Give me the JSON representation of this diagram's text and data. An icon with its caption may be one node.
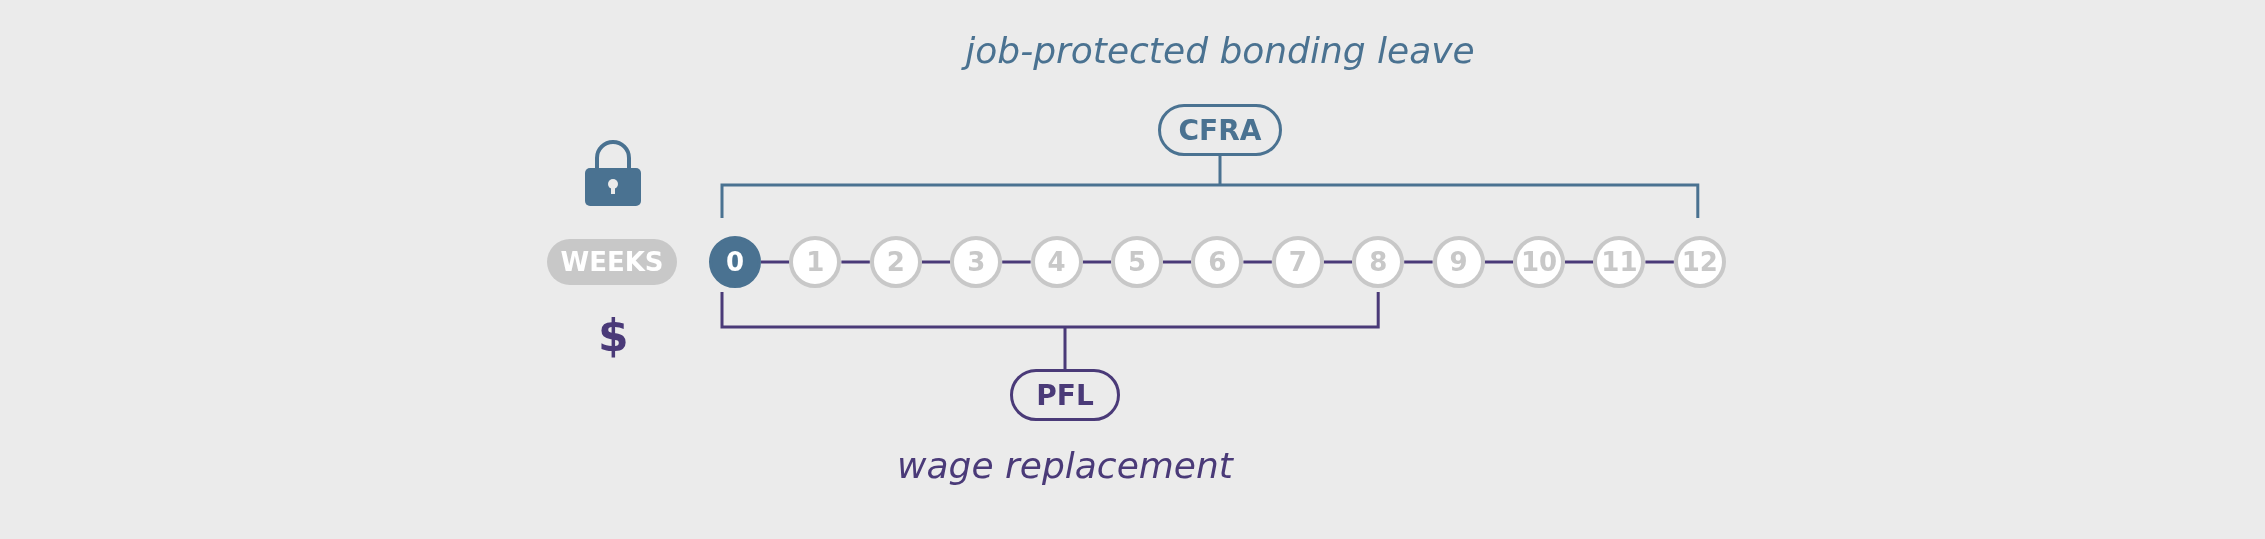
{
  "diagram": {
    "nodes": [
      {
        "text": [
          "CFRA"
        ],
        "beside": [
          "job-protected bonding leave"
        ]
      },
      {
        "text": [
          "PFL"
        ],
        "beside": [
          "wage replacement"
        ]
      },
      {
        "text": [
          "WEEKS"
        ]
      },
      {
        "text": [
          "0"
        ]
      },
      {
        "text": [
          "1"
        ]
      },
      {
        "text": [
          "2"
        ]
      },
      {
        "text": [
          "3"
        ]
      },
      {
        "text": [
          "4"
        ]
      },
      {
        "text": [
          "5"
        ]
      },
      {
        "text": [
          "6"
        ]
      },
      {
        "text": [
          "7"
        ]
      },
      {
        "text": [
          "8"
        ]
      },
      {
        "text": [
          "9"
        ]
      },
      {
        "text": [
          "10"
        ]
      },
      {
        "text": [
          "11"
        ]
      },
      {
        "text": [
          "12"
        ]
      }
    ],
    "edges": [
      {
        "from": 3,
        "to": 4,
        "arrow": "none"
      },
      {
        "from": 4,
        "to": 5,
        "arrow": "none"
      },
      {
        "from": 5,
        "to": 6,
        "arrow": "none"
      },
      {
        "from": 6,
        "to": 7,
        "arrow": "none"
      },
      {
        "from": 7,
        "to": 8,
        "arrow": "none"
      },
      {
        "from": 8,
        "to": 9,
        "arrow": "none"
      },
      {
        "from": 9,
        "to": 10,
        "arrow": "none"
      },
      {
        "from": 10,
        "to": 11,
        "arrow": "none"
      },
      {
        "from": 11,
        "to": 12,
        "arrow": "none"
      },
      {
        "from": 12,
        "to": 13,
        "arrow": "none"
      },
      {
        "from": 13,
        "to": 14,
        "arrow": "none"
      },
      {
        "from": 14,
        "to": 15,
        "arrow": "none"
      }
    ],
    "labels": [
      "$"
    ]
  }
}
